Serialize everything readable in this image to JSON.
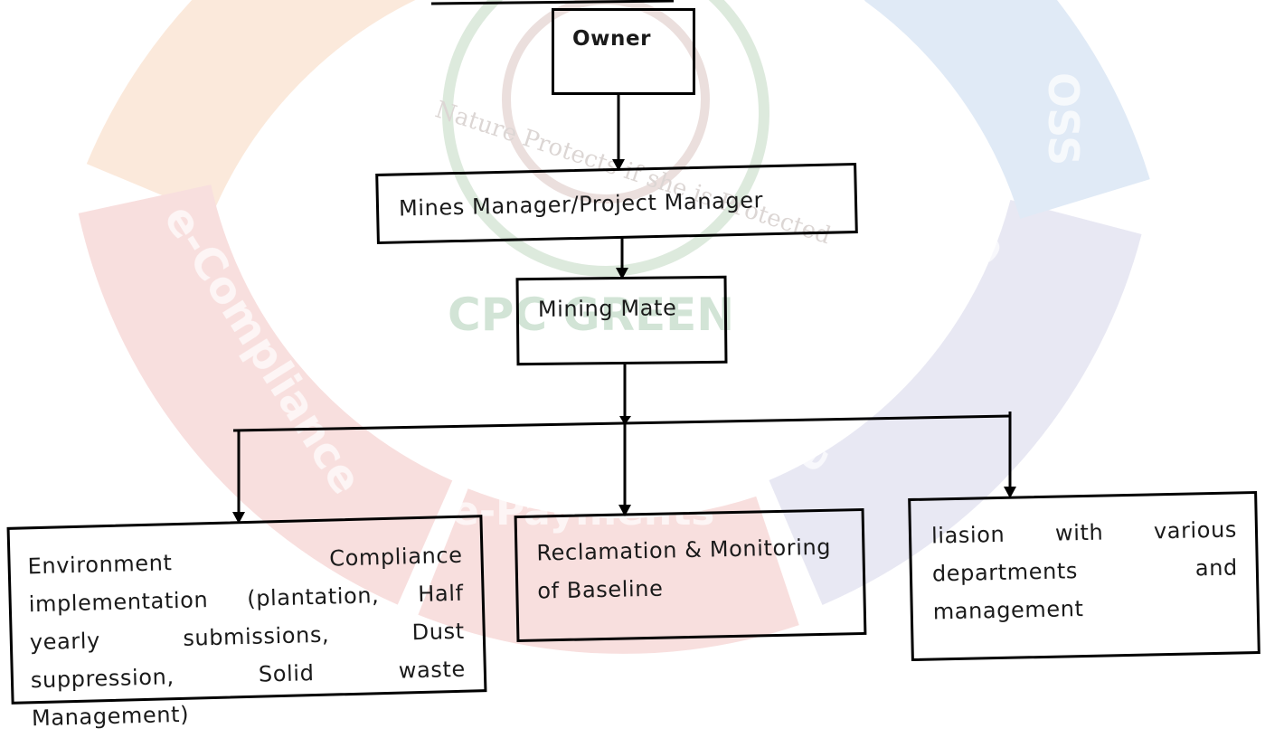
{
  "colors": {
    "line": "#000000",
    "text": "#1a1a1a",
    "watermark_orange": "#f8d8bf",
    "watermark_red": "#f3c5c4",
    "watermark_blue": "#c7d9ef",
    "watermark_purple": "#d7d7ea",
    "watermark_green": "#cfe3cf",
    "watermark_emblem": "#e3c9c6"
  },
  "watermark": {
    "segment_compliance": "e-Compliance",
    "segment_payments": "e-Payments",
    "segment_processing": "e-Processing",
    "segment_oss": "OSS",
    "emblem_motto": "Nature Protects if she is Protected",
    "emblem_name": "CPC GREEN"
  },
  "chart": {
    "owner": "Owner",
    "manager": "Mines Manager/Project Manager",
    "mate": "Mining Mate",
    "environment": "Environment Compliance implementation (plantation, Half yearly submissions, Dust suppression, Solid waste Management)",
    "reclamation": "Reclamation & Monitoring of Baseline",
    "liaison": "liasion with various departments and management"
  }
}
